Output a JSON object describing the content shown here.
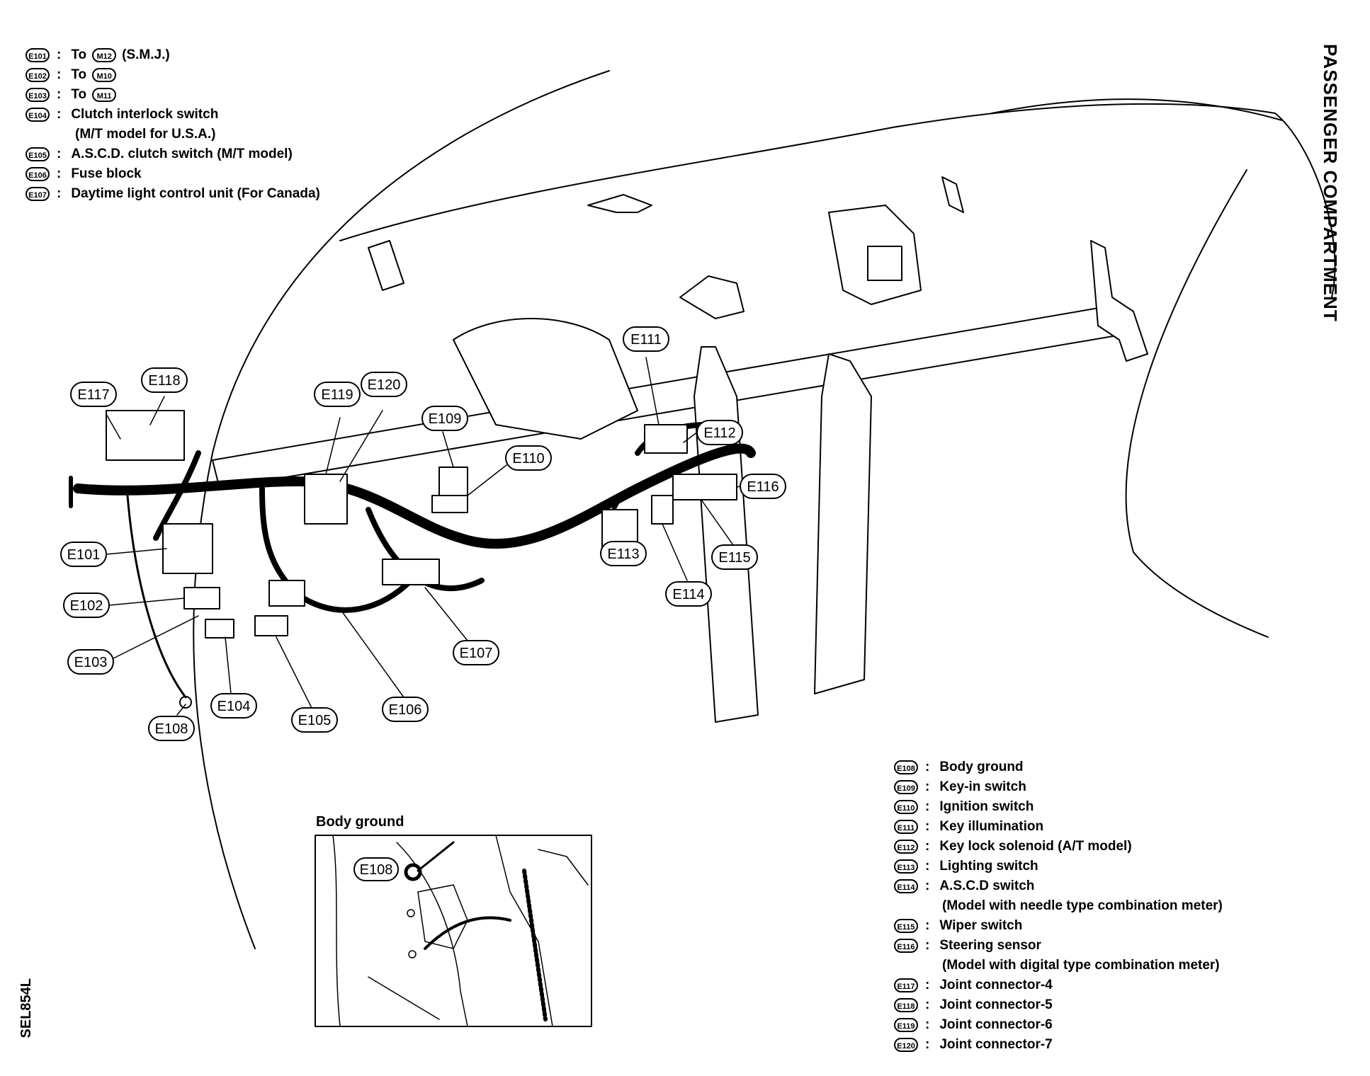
{
  "title": "PASSENGER COMPARTMENT",
  "figure_code": "SEL854L",
  "inset_title": "Body ground",
  "legend_top": [
    {
      "code": "E101",
      "text": "To",
      "ref": "M12",
      "suffix": "(S.M.J.)"
    },
    {
      "code": "E102",
      "text": "To",
      "ref": "M10",
      "suffix": ""
    },
    {
      "code": "E103",
      "text": "To",
      "ref": "M11",
      "suffix": ""
    },
    {
      "code": "E104",
      "text": "Clutch interlock switch",
      "line2": "(M/T model for U.S.A.)"
    },
    {
      "code": "E105",
      "text": "A.S.C.D. clutch switch (M/T model)"
    },
    {
      "code": "E106",
      "text": "Fuse block"
    },
    {
      "code": "E107",
      "text": "Daytime light control unit (For Canada)"
    }
  ],
  "legend_bottom": [
    {
      "code": "E108",
      "text": "Body ground"
    },
    {
      "code": "E109",
      "text": "Key-in switch"
    },
    {
      "code": "E110",
      "text": "Ignition switch"
    },
    {
      "code": "E111",
      "text": "Key illumination"
    },
    {
      "code": "E112",
      "text": "Key lock solenoid (A/T model)"
    },
    {
      "code": "E113",
      "text": "Lighting switch"
    },
    {
      "code": "E114",
      "text": "A.S.C.D switch",
      "line2": "(Model with needle type combination meter)"
    },
    {
      "code": "E115",
      "text": "Wiper switch"
    },
    {
      "code": "E116",
      "text": "Steering sensor",
      "line2": "(Model with digital type combination meter)"
    },
    {
      "code": "E117",
      "text": "Joint connector-4"
    },
    {
      "code": "E118",
      "text": "Joint connector-5"
    },
    {
      "code": "E119",
      "text": "Joint connector-6"
    },
    {
      "code": "E120",
      "text": "Joint connector-7"
    }
  ],
  "callouts": {
    "E101": "E101",
    "E102": "E102",
    "E103": "E103",
    "E104": "E104",
    "E105": "E105",
    "E106": "E106",
    "E107": "E107",
    "E108": "E108",
    "E109": "E109",
    "E110": "E110",
    "E111": "E111",
    "E112": "E112",
    "E113": "E113",
    "E114": "E114",
    "E115": "E115",
    "E116": "E116",
    "E117": "E117",
    "E118": "E118",
    "E119": "E119",
    "E120": "E120",
    "inset_E108": "E108"
  }
}
